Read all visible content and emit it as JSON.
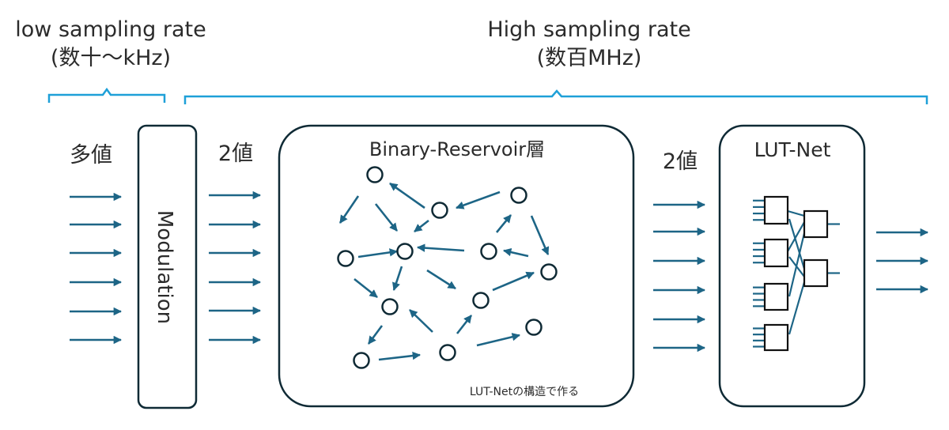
{
  "labels": {
    "low_rate_line1": "low sampling rate",
    "low_rate_line2": "(数十〜kHz)",
    "high_rate_line1": "High sampling rate",
    "high_rate_line2": "(数百MHz)",
    "multi_value": "多値",
    "binary_left": "2値",
    "binary_right": "2値",
    "modulation": "Modulation",
    "reservoir_title": "Binary-Reservoir層",
    "reservoir_note": "LUT-Netの構造で作る",
    "lutnet_title": "LUT-Net"
  },
  "colors": {
    "arrow": "#1d6586",
    "bracket": "#1ea0d8",
    "border": "#0f2a35",
    "lut_border": "#111111"
  }
}
